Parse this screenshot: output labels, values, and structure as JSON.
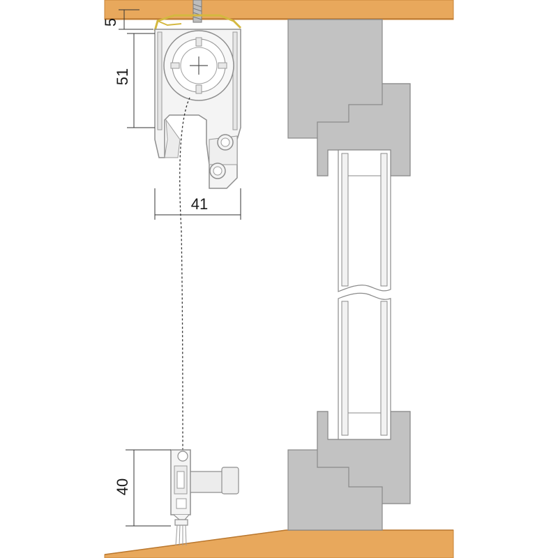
{
  "colors": {
    "wood": "#e8a85c",
    "wood_edge": "#c9853a",
    "frame_grey": "#c2c2c2",
    "frame_edge": "#8a8a8a",
    "profile_fill": "#f4f4f4",
    "profile_edge": "#8e8e8e",
    "dimension_line": "#333333"
  },
  "dimensions": {
    "top_gap": "5",
    "head_height": "51",
    "head_depth": "41",
    "bottom_rail_height": "40"
  },
  "icons": {
    "roller": "gear-wheel-icon",
    "screw": "screw-icon",
    "brush_seal": "brush-seal-icon"
  }
}
